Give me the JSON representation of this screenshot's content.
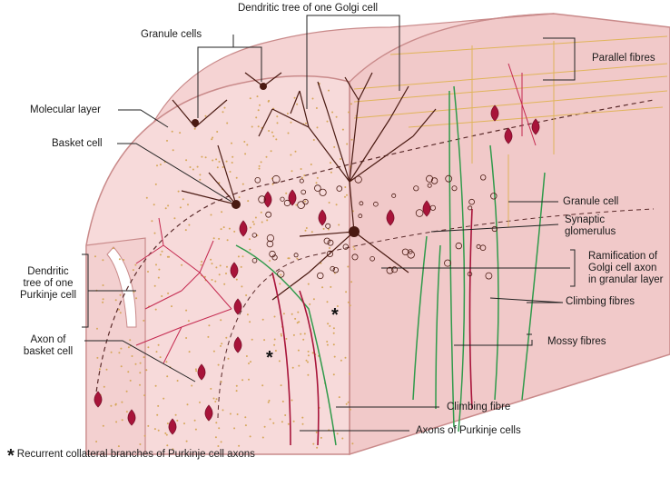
{
  "labels": {
    "dendritic_tree_golgi": "Dendritic tree of one Golgi cell",
    "granule_cells": "Granule cells",
    "molecular_layer": "Molecular layer",
    "basket_cell": "Basket cell",
    "dendritic_tree_purkinje_1": "Dendritic",
    "dendritic_tree_purkinje_2": "tree of one",
    "dendritic_tree_purkinje_3": "Purkinje cell",
    "axon_basket_1": "Axon of",
    "axon_basket_2": "basket cell",
    "parallel_fibres": "Parallel fibres",
    "granule_cell": "Granule cell",
    "synaptic_glomerulus_1": "Synaptic",
    "synaptic_glomerulus_2": "glomerulus",
    "ramification_1": "Ramification of",
    "ramification_2": "Golgi cell axon",
    "ramification_3": "in granular layer",
    "climbing_fibres": "Climbing fibres",
    "mossy_fibres": "Mossy fibres",
    "climbing_fibre": "Climbing fibre",
    "axons_purkinje": "Axons of Purkinje cells",
    "asterisk": "*",
    "footnote_symbol": "*",
    "footnote_text": "Recurrent collateral branches of Purkinje cell axons"
  },
  "colors": {
    "tissue_face": "#f7dada",
    "tissue_side": "#f1c9c9",
    "tissue_edge": "#c98a8a",
    "granule_dots": "#d6a75a",
    "purkinje": "#a8143a",
    "golgi": "#4a1a12",
    "climbing_fibre": "#2f9a4a",
    "parallel_fibre": "#e0b45a",
    "leader_line": "#222222"
  }
}
